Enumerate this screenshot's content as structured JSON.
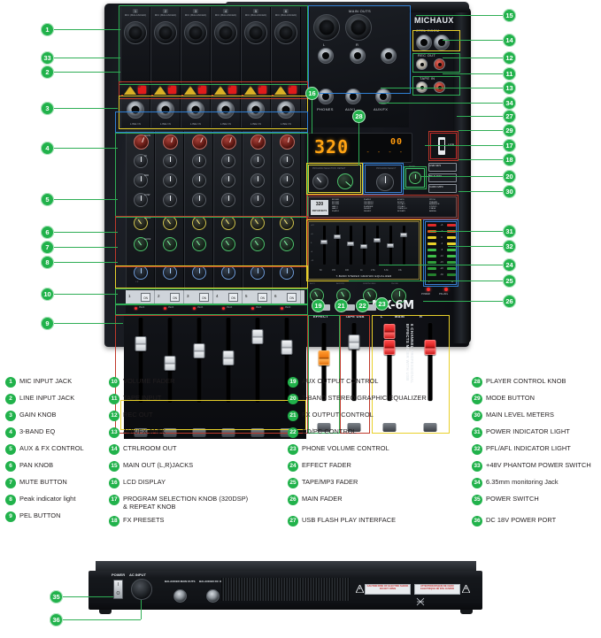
{
  "product": {
    "brand": "MICHAUX",
    "model": "MX-6M",
    "tagline": "6 CHANNEL PROFESSIONAL EFFECTS MIXER WITH USB"
  },
  "mixer": {
    "channels": [
      "1",
      "2",
      "3",
      "4",
      "5",
      "6"
    ],
    "input_panel": {
      "mic_label": "MIC\n(BALANCED)",
      "line_label": "LINE IN",
      "phantom_label": "+48V\nPHANTOM"
    },
    "output_panel": {
      "main_outs": "MAIN OUTS",
      "ctrl_room": "CTRL ROOM",
      "rec_out": "REC OUT",
      "tape_in": "TAPE IN",
      "phones": "PHONES",
      "aux1": "AUX1",
      "aux2": "AUX/FX",
      "left": "L",
      "right": "R"
    },
    "channel_knobs": [
      {
        "name": "GAIN",
        "sub": "0dB"
      },
      {
        "name": "HI",
        "sub": "12kHz"
      },
      {
        "name": "MID",
        "sub": "2.5kHz"
      },
      {
        "name": "LOW",
        "sub": "80Hz"
      },
      {
        "name": "AUX1",
        "sub": "MON"
      },
      {
        "name": "AUX2",
        "sub": "FX"
      },
      {
        "name": "PAN",
        "sub": "L  R"
      }
    ],
    "mute_button_label": "ON",
    "peak_label": "PEAK",
    "lcd": {
      "program_value": "320",
      "track_value": "00",
      "dots": "- - - -"
    },
    "dsp_knobs": [
      {
        "label": "PROGRAM\nSELECTION"
      },
      {
        "label": "REPEAT"
      },
      {
        "label": "PROGRAM\nSELECT"
      }
    ],
    "mode_button_label": "MODE",
    "usb_label": "USB",
    "player_modes": [
      "USB\nMP3",
      "BT\nAUDIO",
      "CARD\nMP3"
    ],
    "fx_badge": "320",
    "fx_badge_sub": "DSP EFFECTS",
    "fx_presets_title": "FX PRESETS",
    "eq": {
      "title": "7-BAND STEREO GRAPHIC EQUALIZER",
      "bands": [
        "60",
        "150",
        "400",
        "1k",
        "2.5k",
        "6.3k",
        "16k"
      ],
      "gain_ticks": [
        "+12",
        "+6",
        "0",
        "-6",
        "-12"
      ]
    },
    "meters": {
      "scale": [
        "+6",
        "+3",
        "0",
        "-3",
        "-6",
        "-10",
        "-15",
        "-20",
        "-30"
      ],
      "left_label": "L",
      "right_label": "R"
    },
    "output_knobs": [
      "AUX1",
      "AUX2/FX",
      "SUB/PHONES",
      "PHONE"
    ],
    "indicator_labels": {
      "power": "POWER",
      "pfl": "PFL/AFL"
    },
    "fader_labels": {
      "effect": "EFFECT",
      "tape": "TAPE USB",
      "main": "MAIN",
      "left": "L",
      "right": "R"
    }
  },
  "rear_panel": {
    "power_label": "POWER",
    "ac_input_label": "AC INPUT",
    "balanced_main_outs": "BALANCED\nMAIN OUTS",
    "balanced_rc_outs": "BALANCED\nRC OUTS",
    "left": "L",
    "right": "R",
    "warning_left": "CAUTION\nRISK OF ELECTRIC SHOCK\nDO NOT OPEN",
    "warning_right": "ATTENTION\nRISQUE DE CHOC ELECTRIQUE\nNE PAS OUVRIR"
  },
  "callouts": {
    "top_numbers": [
      "1",
      "2",
      "3",
      "4",
      "5",
      "6",
      "7",
      "8",
      "9",
      "10",
      "11",
      "12",
      "13",
      "14",
      "15",
      "16",
      "17",
      "18",
      "19",
      "20",
      "21",
      "22",
      "23",
      "24",
      "25",
      "26",
      "27",
      "28",
      "29",
      "30",
      "31",
      "32",
      "33",
      "34"
    ],
    "rear_numbers": [
      "35",
      "36"
    ]
  },
  "legend": {
    "columns": [
      {
        "items": [
          {
            "n": "1",
            "text": "MIC INPUT JACK"
          },
          {
            "n": "2",
            "text": "LINE INPUT JACK"
          },
          {
            "n": "3",
            "text": "GAIN KNOB"
          },
          {
            "n": "4",
            "text": "3-BAND EQ"
          },
          {
            "n": "5",
            "text": "AUX & FX CONTROL"
          },
          {
            "n": "6",
            "text": "PAN KNOB"
          },
          {
            "n": "7",
            "text": "MUTE BUTTON"
          },
          {
            "n": "8",
            "text": "Peak indicator light"
          },
          {
            "n": "9",
            "text": "PEL BUTTON"
          }
        ]
      },
      {
        "items": [
          {
            "n": "10",
            "text": "VOLUME FADER"
          },
          {
            "n": "11",
            "text": "TAPE INPUT"
          },
          {
            "n": "12",
            "text": "REC OUT"
          },
          {
            "n": "13",
            "text": "AUX/FX JACK"
          },
          {
            "n": "14",
            "text": "CTRLROOM OUT"
          },
          {
            "n": "15",
            "text": "MAIN OUT (L,R)JACKS"
          },
          {
            "n": "16",
            "text": "LCD DISPLAY"
          },
          {
            "n": "17",
            "text": "PROGRAM SELECTION KNOB (320DSP)\n& REPEAT KNOB"
          },
          {
            "n": "18",
            "text": "FX PRESETS"
          }
        ]
      },
      {
        "items": [
          {
            "n": "19",
            "text": "AUX OUTPUT CONTROL"
          },
          {
            "n": "20",
            "text": "7-BAND STEREO GRAPHIC EQUALIZER"
          },
          {
            "n": "21",
            "text": "FX OUTPUT CONTROL"
          },
          {
            "n": "22",
            "text": "CD/PC CONTROL"
          },
          {
            "n": "23",
            "text": "PHONE VOLUME CONTROL"
          },
          {
            "n": "24",
            "text": "EFFECT FADER"
          },
          {
            "n": "25",
            "text": "TAPE/MP3 FADER"
          },
          {
            "n": "26",
            "text": "MAIN FADER"
          },
          {
            "n": "27",
            "text": "USB FLASH PLAY INTERFACE"
          }
        ]
      },
      {
        "items": [
          {
            "n": "28",
            "text": "PLAYER CONTROL KNOB"
          },
          {
            "n": "29",
            "text": "MODE BUTTON"
          },
          {
            "n": "30",
            "text": "MAIN LEVEL METERS"
          },
          {
            "n": "31",
            "text": "POWER  INDICATOR LIGHT"
          },
          {
            "n": "32",
            "text": "PFL/AFL INDICATOR LIGHT"
          },
          {
            "n": "33",
            "text": "+48V PHANTOM POWER SWITCH"
          },
          {
            "n": "34",
            "text": "6.35mm monitoring Jack"
          },
          {
            "n": "35",
            "text": "POWER SWITCH"
          },
          {
            "n": "36",
            "text": "DC 18V POWER PORT"
          }
        ]
      }
    ]
  },
  "colors": {
    "accent_green": "#21b24b",
    "line_green": "#2fae55",
    "lcd_orange": "#ffa313",
    "text_dark": "#231f20"
  }
}
